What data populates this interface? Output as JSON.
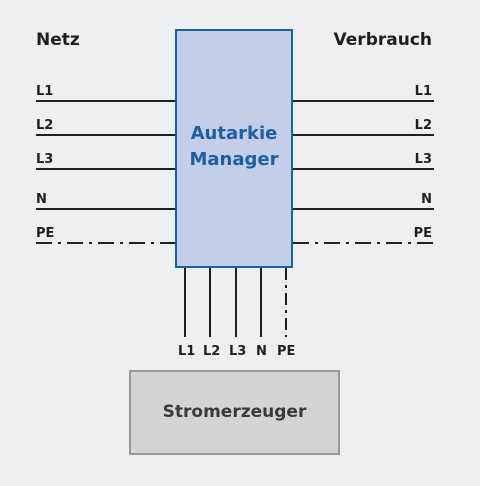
{
  "headings": {
    "left": "Netz",
    "right": "Verbrauch"
  },
  "manager": {
    "line1": "Autarkie",
    "line2": "Manager"
  },
  "generator": {
    "label": "Stromerzeuger"
  },
  "lines": [
    {
      "label": "L1",
      "style": "solid"
    },
    {
      "label": "L2",
      "style": "solid"
    },
    {
      "label": "L3",
      "style": "solid"
    },
    {
      "label": "N",
      "style": "solid"
    },
    {
      "label": "PE",
      "style": "dash-dot"
    }
  ],
  "colors": {
    "background": "#eeeff1",
    "manager_fill": "#c3cfe9",
    "manager_border": "#1d5fa3",
    "line": "#1f1f1f",
    "generator_fill": "#d4d4d4",
    "generator_border": "#9a9a9a"
  }
}
